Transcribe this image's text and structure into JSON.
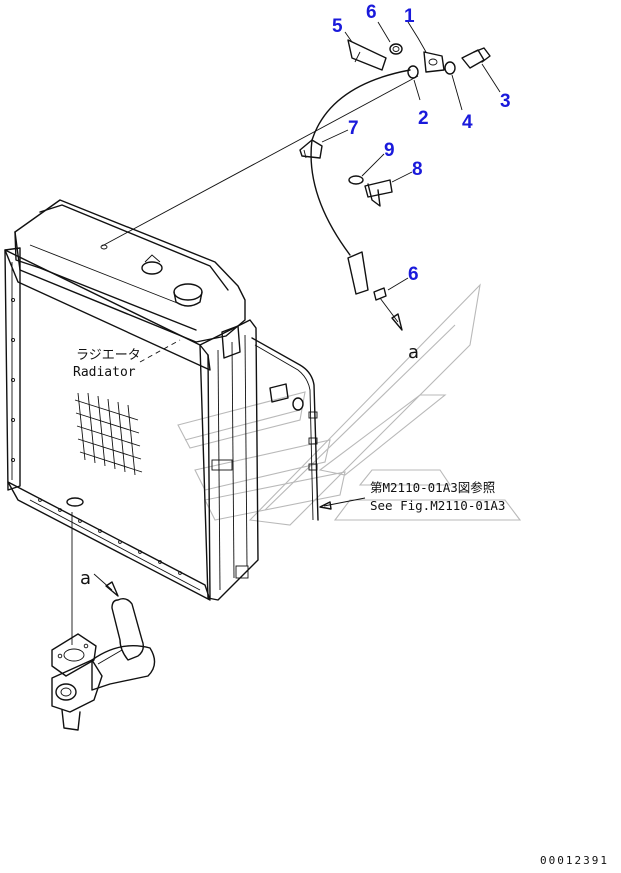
{
  "callouts": [
    {
      "id": "c1",
      "label": "1"
    },
    {
      "id": "c2",
      "label": "2"
    },
    {
      "id": "c3",
      "label": "3"
    },
    {
      "id": "c4",
      "label": "4"
    },
    {
      "id": "c5",
      "label": "5"
    },
    {
      "id": "c6a",
      "label": "6"
    },
    {
      "id": "c6b",
      "label": "6"
    },
    {
      "id": "c7",
      "label": "7"
    },
    {
      "id": "c8",
      "label": "8"
    },
    {
      "id": "c9",
      "label": "9"
    }
  ],
  "radiator_label": {
    "jp": "ラジエータ",
    "en": "Radiator"
  },
  "reference": {
    "jp": "第M2110-01A3図参照",
    "en": "See Fig.M2110-01A3"
  },
  "view_markers": {
    "upper": "a",
    "lower": "a"
  },
  "drawing_code": "00012391",
  "colors": {
    "callout": "#1a1adb",
    "line": "#111111",
    "watermark": "#b9b9b9"
  }
}
